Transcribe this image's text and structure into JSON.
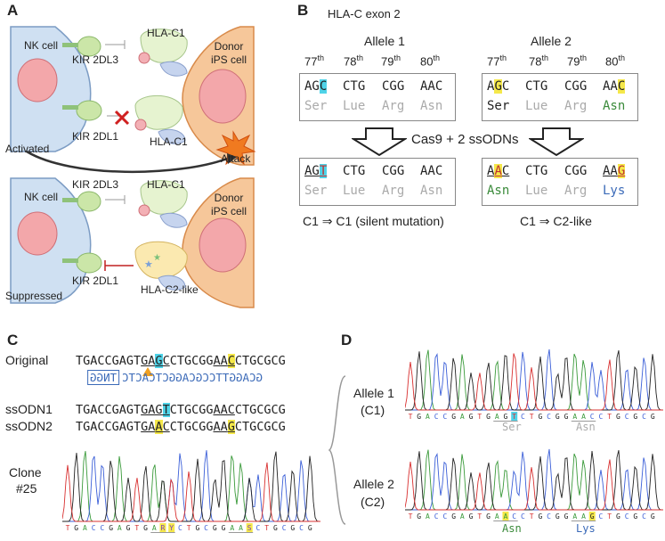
{
  "panel_a": {
    "letter": "A",
    "top": {
      "nk_cell": "NK cell",
      "kir_2dl3": "KIR 2DL3",
      "kir_2dl1": "KIR 2DL1",
      "hla_c1_top": "HLA-C1",
      "hla_c1_bottom": "HLA-C1",
      "donor_line1": "Donor",
      "donor_line2": "iPS cell",
      "activated": "Activated",
      "attack": "Attack"
    },
    "bottom": {
      "nk_cell": "NK cell",
      "kir_2dl3": "KIR 2DL3",
      "kir_2dl1": "KIR 2DL1",
      "hla_c1": "HLA-C1",
      "hla_c2_like": "HLA-C2-like",
      "donor_line1": "Donor",
      "donor_line2": "iPS cell",
      "suppressed": "Suppressed"
    }
  },
  "panel_b": {
    "letter": "B",
    "title": "HLA-C exon 2",
    "allele1_title": "Allele 1",
    "allele2_title": "Allele 2",
    "ordinals": [
      {
        "n": "77",
        "s": "th"
      },
      {
        "n": "78",
        "s": "th"
      },
      {
        "n": "79",
        "s": "th"
      },
      {
        "n": "80",
        "s": "th"
      }
    ],
    "allele1_before": {
      "c1a": "AG",
      "c1b": "C",
      "c2": "CTG",
      "c3": "CGG",
      "c4": "AAC",
      "aa": [
        "Ser",
        "Lue",
        "Arg",
        "Asn"
      ]
    },
    "allele2_before": {
      "c1a": "A",
      "c1b": "G",
      "c1c": "C",
      "c2": "CTG",
      "c3": "CGG",
      "c4a": "AA",
      "c4b": "C",
      "aa": [
        "Ser",
        "Lue",
        "Arg",
        "Asn"
      ]
    },
    "cas9": "Cas9 + 2 ssODNs",
    "allele1_after": {
      "c1a": "AG",
      "c1b": "T",
      "c2": "CTG",
      "c3": "CGG",
      "c4": "AAC",
      "aa": [
        "Ser",
        "Lue",
        "Arg",
        "Asn"
      ]
    },
    "allele2_after": {
      "c1a": "A",
      "c1b": "A",
      "c1c": "C",
      "c2": "CTG",
      "c3": "CGG",
      "c4a": "AA",
      "c4b": "G",
      "aa": [
        "Asn",
        "Lue",
        "Arg",
        "Lys"
      ]
    },
    "result1": "C1 ⇒ C1 (silent mutation)",
    "result2": "C1 ⇒ C2-like"
  },
  "panel_c": {
    "letter": "C",
    "original_label": "Original",
    "original_seq": {
      "p1": "TGACCGAGT",
      "p2": "GA",
      "p3": "G",
      "p4": "C",
      "p5": "CTGCGG",
      "p6": "AA",
      "p7": "C",
      "p8": "CTGCGCG"
    },
    "guide_left": "TNGG",
    "guide_right": "GCAGGTTCCGCAGGCTCACTC",
    "ssodn1_label": "ssODN1",
    "ssodn1_seq": {
      "p1": "TGACCGAGT",
      "p2": "GAG",
      "p3": "T",
      "p4": "CTGCGG",
      "p5": "AAC",
      "p6": "CTGCGCG"
    },
    "ssodn2_label": "ssODN2",
    "ssodn2_seq": {
      "p1": "TGACCGAGT",
      "p2": "GA",
      "p3": "A",
      "p4": "C",
      "p5": "CTGCGG",
      "p6": "AA",
      "p7": "G",
      "p8": "CTGCGCG"
    },
    "clone_line1": "Clone",
    "clone_line2": "#25",
    "trace_bases": [
      "T",
      "G",
      "A",
      "C",
      "C",
      "G",
      "A",
      "G",
      "T",
      "G",
      "A",
      "R",
      "Y",
      "C",
      "T",
      "G",
      "C",
      "G",
      "G",
      "A",
      "A",
      "S",
      "C",
      "T",
      "G",
      "C",
      "G",
      "C",
      "G"
    ]
  },
  "panel_d": {
    "letter": "D",
    "allele1_line1": "Allele 1",
    "allele1_line2": "(C1)",
    "allele2_line1": "Allele 2",
    "allele2_line2": "(C2)",
    "trace1_bases": [
      "T",
      "G",
      "A",
      "C",
      "C",
      "G",
      "A",
      "G",
      "T",
      "G",
      "A",
      "G",
      "T",
      "C",
      "T",
      "G",
      "C",
      "G",
      "G",
      "A",
      "A",
      "C",
      "C",
      "T",
      "G",
      "C",
      "G",
      "C",
      "G"
    ],
    "trace2_bases": [
      "T",
      "G",
      "A",
      "C",
      "C",
      "G",
      "A",
      "G",
      "T",
      "G",
      "A",
      "A",
      "C",
      "C",
      "T",
      "G",
      "C",
      "G",
      "G",
      "A",
      "A",
      "G",
      "C",
      "T",
      "G",
      "C",
      "G",
      "C",
      "G"
    ],
    "trace1_aa1": "Ser",
    "trace1_aa2": "Asn",
    "trace2_aa1": "Asn",
    "trace2_aa2": "Lys"
  }
}
